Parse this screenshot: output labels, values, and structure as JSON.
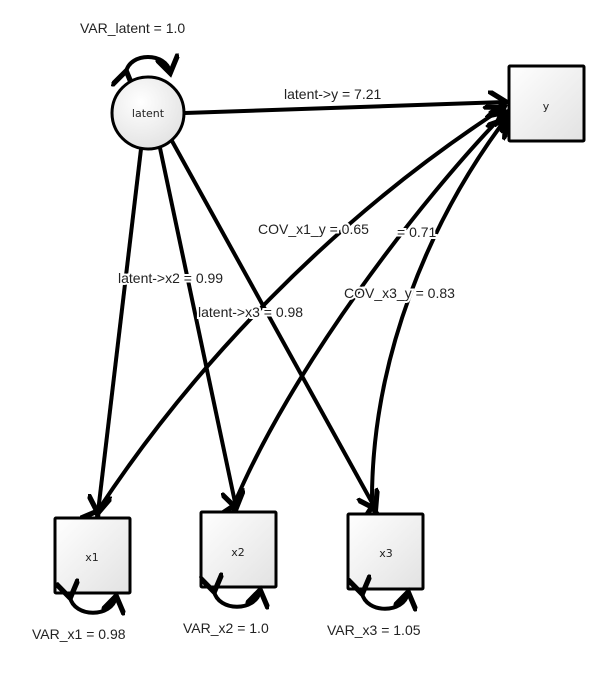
{
  "diagram": {
    "type": "structural-equation-model",
    "nodes": [
      {
        "id": "latent",
        "label": "latent",
        "shape": "circle",
        "variance_label": "VAR_latent = 1.0"
      },
      {
        "id": "y",
        "label": "y",
        "shape": "box",
        "variance_label": ""
      },
      {
        "id": "x1",
        "label": "x1",
        "shape": "box",
        "variance_label": "VAR_x1 = 0.98"
      },
      {
        "id": "x2",
        "label": "x2",
        "shape": "box",
        "variance_label": "VAR_x2 = 1.0"
      },
      {
        "id": "x3",
        "label": "x3",
        "shape": "box",
        "variance_label": "VAR_x3 = 1.05"
      }
    ],
    "edges": [
      {
        "id": "latent-y",
        "from": "latent",
        "to": "y",
        "kind": "regression",
        "label": "latent->y = 7.21"
      },
      {
        "id": "latent-x1",
        "from": "latent",
        "to": "x1",
        "kind": "regression",
        "label": ""
      },
      {
        "id": "latent-x2",
        "from": "latent",
        "to": "x2",
        "kind": "regression",
        "label": "latent->x2 = 0.99"
      },
      {
        "id": "latent-x3",
        "from": "latent",
        "to": "x3",
        "kind": "regression",
        "label": "latent->x3 = 0.98"
      },
      {
        "id": "cov-x1-y",
        "from": "x1",
        "to": "y",
        "kind": "covariance",
        "label": "COV_x1_y = 0.65"
      },
      {
        "id": "cov-x2-y",
        "from": "x2",
        "to": "y",
        "kind": "covariance",
        "label": "= 0.71"
      },
      {
        "id": "cov-x3-y",
        "from": "x3",
        "to": "y",
        "kind": "covariance",
        "label": "COV_x3_y = 0.83"
      }
    ]
  }
}
